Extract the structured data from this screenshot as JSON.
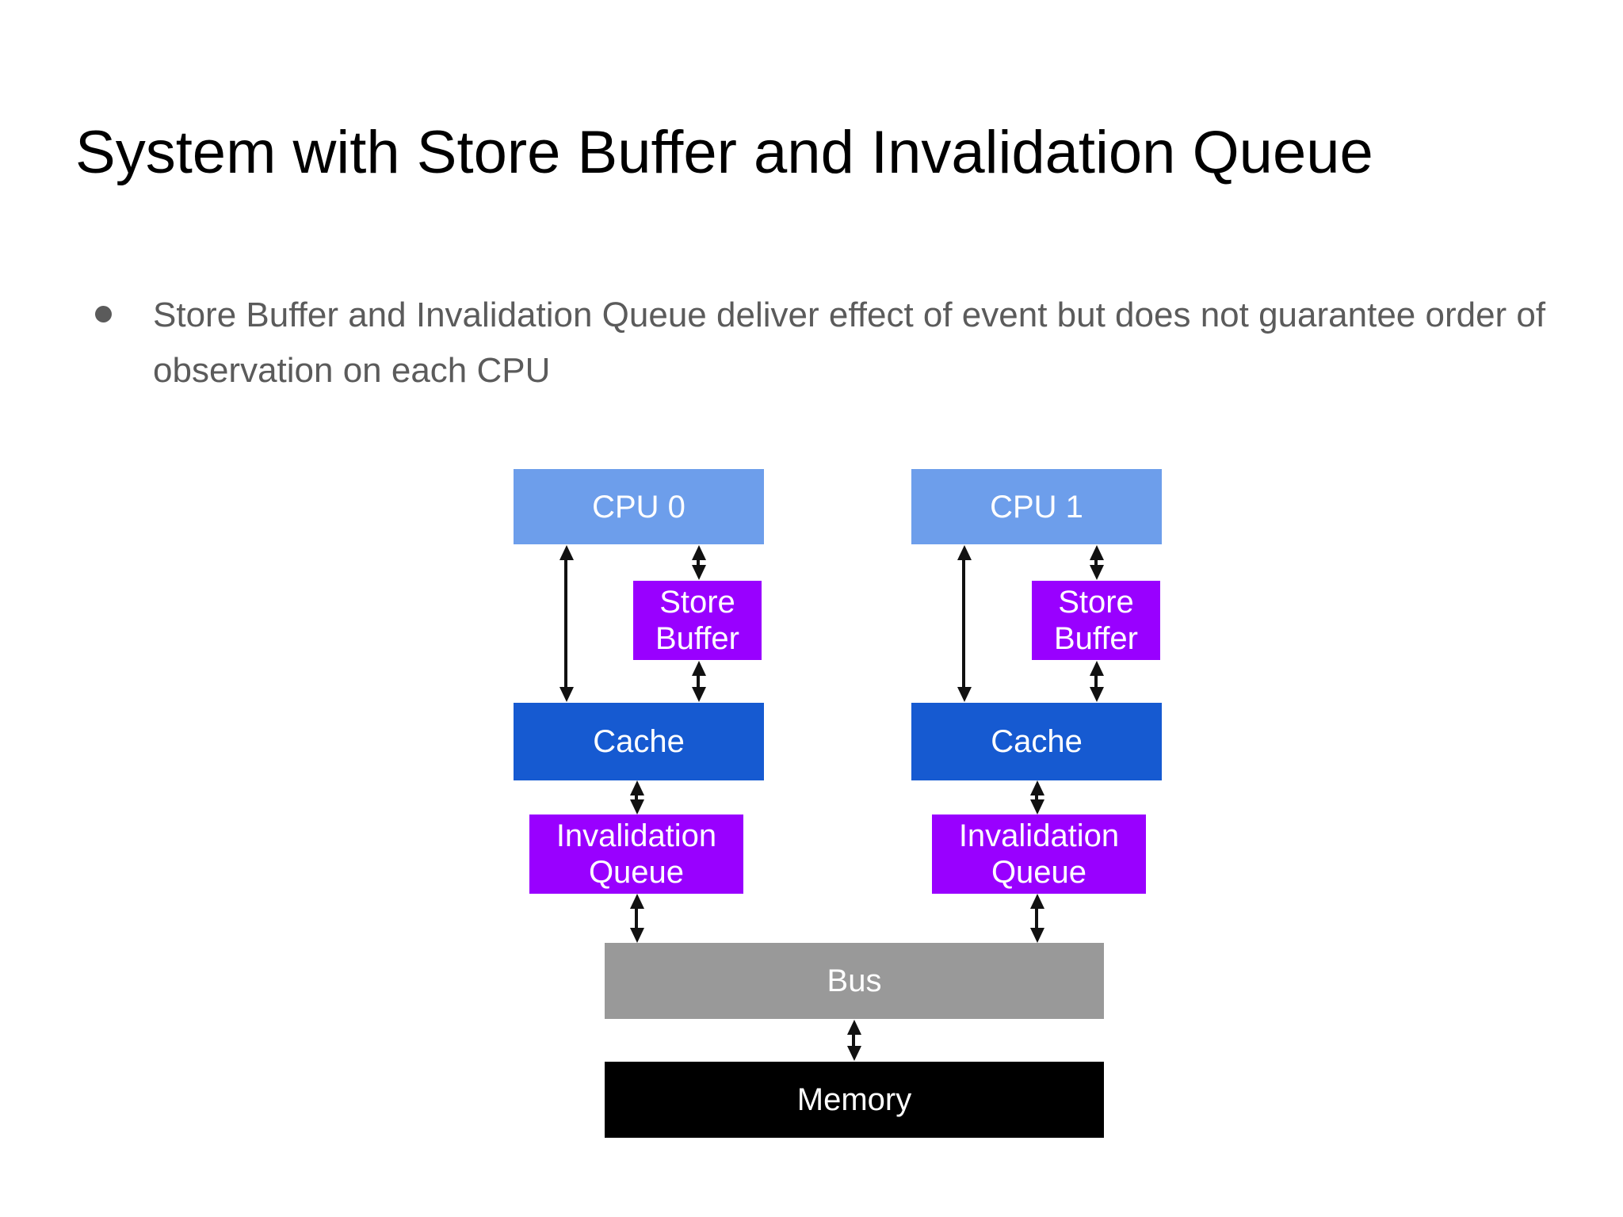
{
  "slide": {
    "title": "System with Store Buffer and Invalidation Queue",
    "bullet": "Store Buffer and Invalidation Queue deliver effect of event but does not guarantee order of observation on each CPU"
  },
  "diagram": {
    "columns": [
      {
        "cpu": "CPU 0",
        "store_buffer": "Store Buffer",
        "cache": "Cache",
        "invalidation_queue": "Invalidation Queue"
      },
      {
        "cpu": "CPU 1",
        "store_buffer": "Store Buffer",
        "cache": "Cache",
        "invalidation_queue": "Invalidation Queue"
      }
    ],
    "bus": "Bus",
    "memory": "Memory"
  },
  "colors": {
    "cpu_fill": "#6D9EEB",
    "buffer_fill": "#9900FF",
    "cache_fill": "#165AD1",
    "bus_fill": "#999999",
    "memory_fill": "#000000",
    "box_text": "#FFFFFF",
    "title_text": "#000000",
    "body_text": "#5B5B5B",
    "arrow": "#111111"
  }
}
